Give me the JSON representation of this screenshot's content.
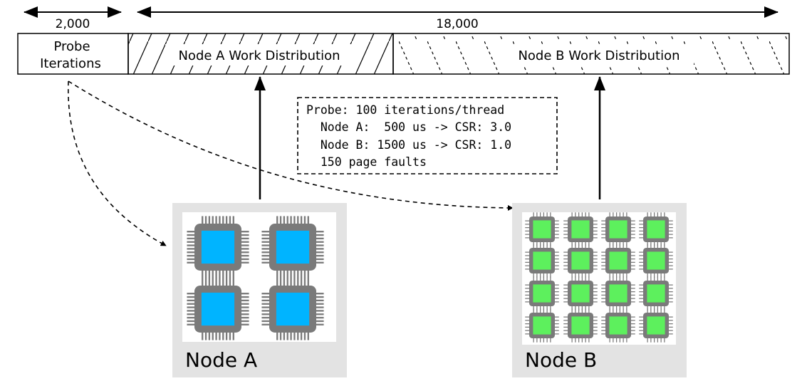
{
  "dimension_labels": {
    "probe_span": "2,000",
    "work_span": "18,000"
  },
  "bar": {
    "probe_label_line1": "Probe",
    "probe_label_line2": "Iterations",
    "node_a_label": "Node A Work Distribution",
    "node_b_label": "Node B Work Distribution"
  },
  "probe_note": {
    "lines": [
      "Probe: 100 iterations/thread",
      "  Node A:  500 us -> CSR: 3.0",
      "  Node B: 1500 us -> CSR: 1.0",
      "  150 page faults"
    ]
  },
  "nodes": {
    "a": {
      "title": "Node A",
      "chip_count": 4,
      "chip_color": "#00b4ff"
    },
    "b": {
      "title": "Node B",
      "chip_count": 16,
      "chip_color": "#5df05d"
    }
  },
  "colors": {
    "panel_bg": "#e3e3e3",
    "chip_body": "#7a7a7a",
    "pin": "#7a7a7a"
  }
}
